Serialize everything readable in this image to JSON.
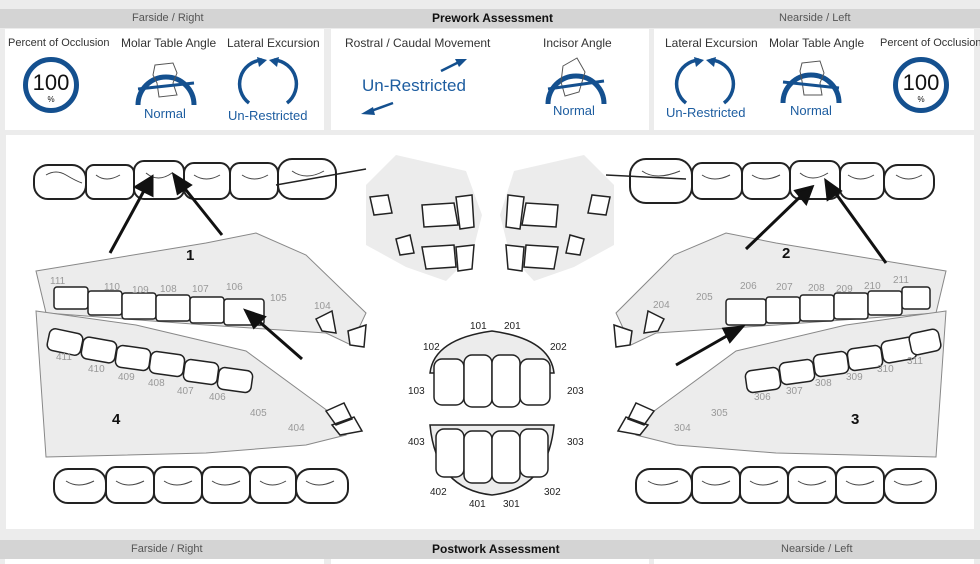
{
  "prework": {
    "left_title": "Farside / Right",
    "center_title": "Prework Assessment",
    "right_title": "Nearside / Left",
    "right_panel": {
      "occlusion_label": "Percent of Occlusion",
      "occlusion_value": "100",
      "occlusion_unit": "%",
      "molar_label": "Molar Table Angle",
      "molar_value": "Normal",
      "lateral_label": "Lateral Excursion",
      "lateral_value": "Un-Restricted"
    },
    "center_panel": {
      "rostral_label": "Rostral / Caudal Movement",
      "rostral_value": "Un-Restricted",
      "incisor_label": "Incisor Angle",
      "incisor_value": "Normal"
    },
    "left_panel": {
      "lateral_label": "Lateral Excursion",
      "lateral_value": "Un-Restricted",
      "molar_label": "Molar Table Angle",
      "molar_value": "Normal",
      "occlusion_label": "Percent of Occlusion",
      "occlusion_value": "100",
      "occlusion_unit": "%"
    }
  },
  "chart": {
    "quadrants": [
      "1",
      "2",
      "3",
      "4"
    ],
    "q1": [
      "111",
      "110",
      "109",
      "108",
      "107",
      "106",
      "105",
      "104"
    ],
    "q2": [
      "204",
      "205",
      "206",
      "207",
      "208",
      "209",
      "210",
      "211"
    ],
    "q3": [
      "304",
      "305",
      "306",
      "307",
      "308",
      "309",
      "310",
      "311"
    ],
    "q4": [
      "411",
      "410",
      "409",
      "408",
      "407",
      "406",
      "405",
      "404"
    ],
    "incisors": [
      "101",
      "201",
      "102",
      "202",
      "103",
      "203",
      "403",
      "303",
      "402",
      "302",
      "401",
      "301"
    ]
  },
  "postwork": {
    "left_title": "Farside / Right",
    "center_title": "Postwork Assessment",
    "right_title": "Nearside / Left"
  }
}
